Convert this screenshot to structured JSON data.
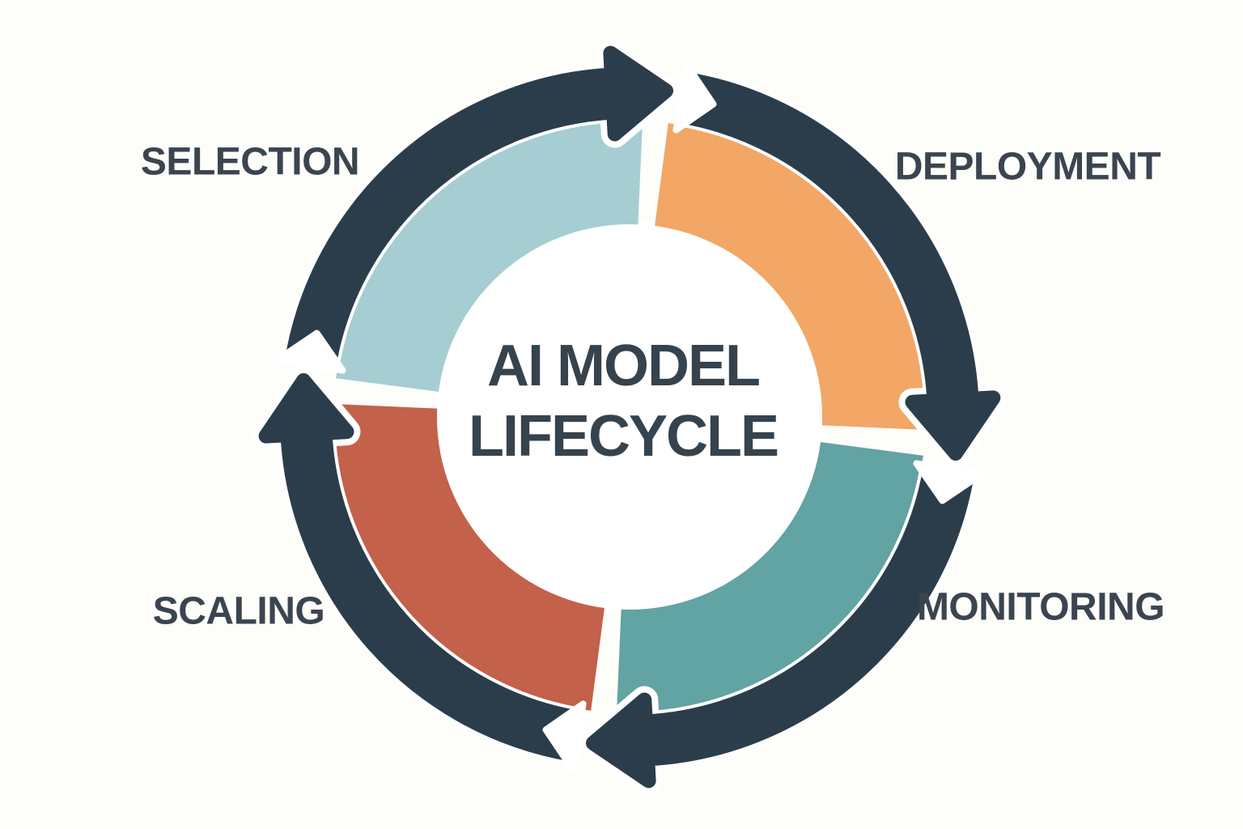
{
  "diagram": {
    "center_title_lines": [
      "AI MODEL",
      "LIFECYCLE"
    ],
    "flow_direction": "clockwise",
    "colors": {
      "background": "#fdfdfa",
      "ring_and_arrows": "#2b3d4b",
      "inner_circle": "#ffffff",
      "gap": "#ffffff",
      "center_text": "#35434e",
      "label_text": "#3a4550"
    },
    "segments": [
      {
        "id": "selection",
        "label": "SELECTION",
        "position": "top-left",
        "color": "#a5cdd2"
      },
      {
        "id": "deployment",
        "label": "DEPLOYMENT",
        "position": "top-right",
        "color": "#f2a767"
      },
      {
        "id": "monitoring",
        "label": "MONITORING",
        "position": "bottom-right",
        "color": "#62a3a3"
      },
      {
        "id": "scaling",
        "label": "SCALING",
        "position": "bottom-left",
        "color": "#c3614b"
      }
    ]
  }
}
